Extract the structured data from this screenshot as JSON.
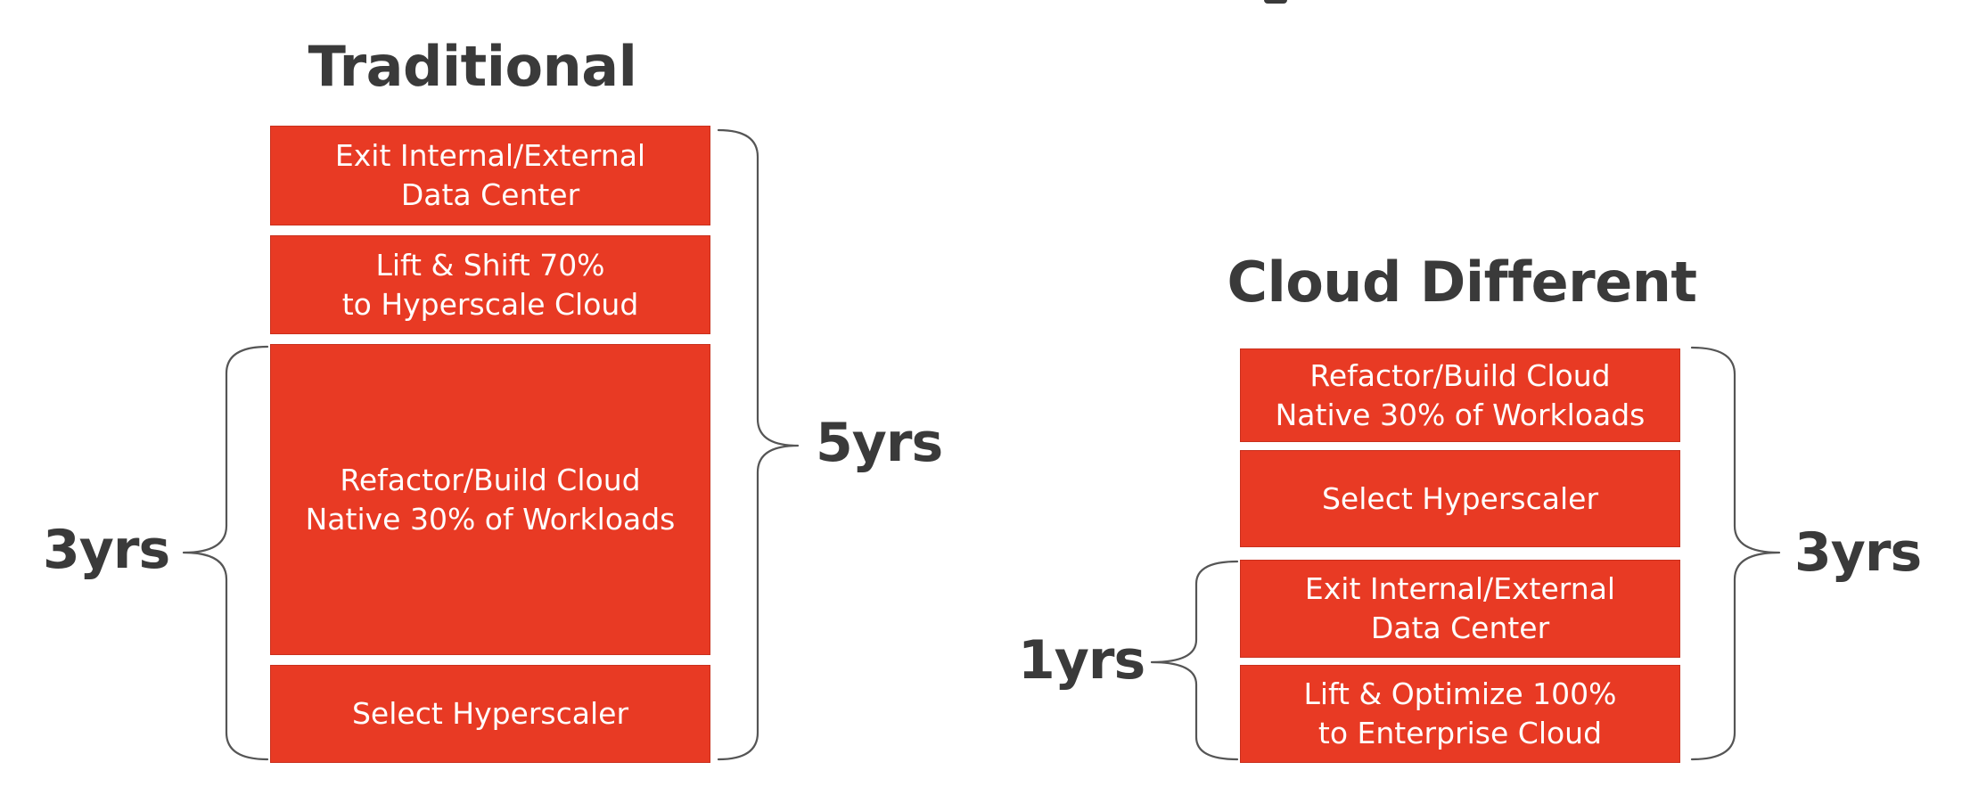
{
  "traditional": {
    "title": "Traditional",
    "boxes": [
      "Exit Internal/External\nData Center",
      "Lift & Shift 70%\nto Hyperscale Cloud",
      "Refactor/Build Cloud\nNative 30% of Workloads",
      "Select Hyperscaler"
    ],
    "total_label": "5yrs",
    "partial_label": "3yrs"
  },
  "cloud_different": {
    "title": "Cloud Different",
    "boxes": [
      "Refactor/Build Cloud\nNative 30% of Workloads",
      "Select Hyperscaler",
      "Exit Internal/External\nData Center",
      "Lift & Optimize 100%\nto Enterprise Cloud"
    ],
    "total_label": "3yrs",
    "partial_label": "1yrs"
  },
  "colors": {
    "box_fill": "#e83a24",
    "text_dark": "#3a3a3a",
    "brace": "#555555"
  }
}
